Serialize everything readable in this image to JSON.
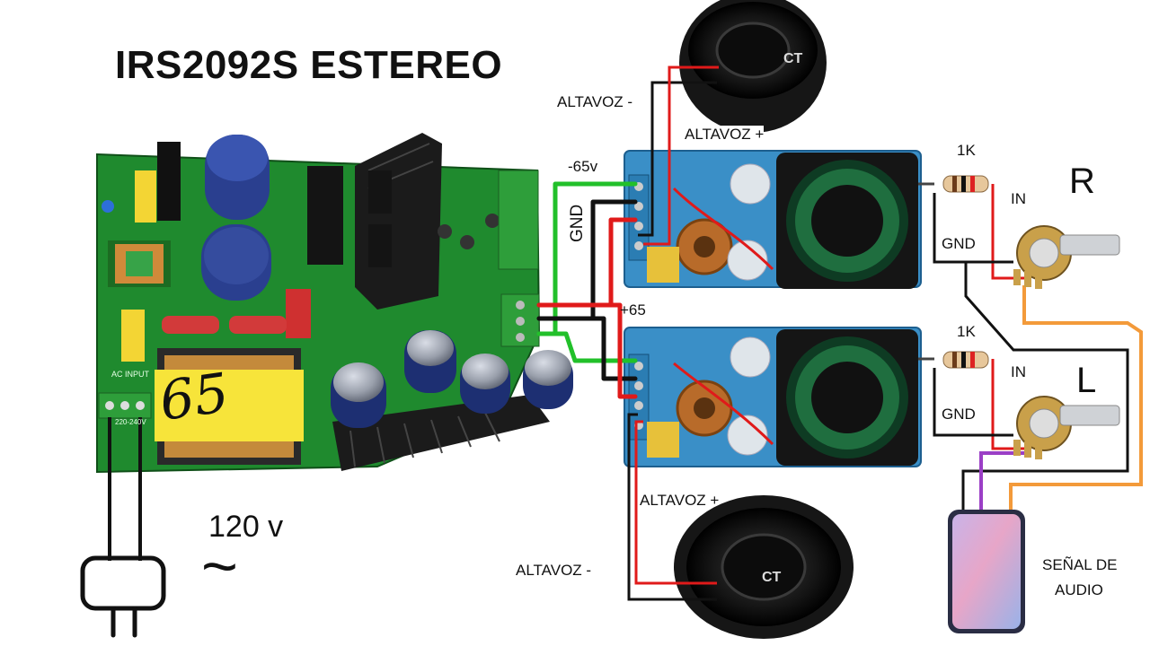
{
  "title": "IRS2092S ESTEREO",
  "mains_voltage": "120 v",
  "ac_symbol": "~",
  "psu_handwriting": "65",
  "psu_board_print": "AC INPUT",
  "psu_voltage_print": "220-240V",
  "rails": {
    "negative": "-65v",
    "ground": "GND",
    "positive": "+65"
  },
  "channel_r": {
    "name": "R",
    "speaker_neg": "ALTAVOZ -",
    "speaker_pos": "ALTAVOZ +",
    "resistor": "1K",
    "input": "IN",
    "ground": "GND"
  },
  "channel_l": {
    "name": "L",
    "speaker_neg": "ALTAVOZ -",
    "speaker_pos": "ALTAVOZ +",
    "resistor": "1K",
    "input": "IN",
    "ground": "GND"
  },
  "audio_source": {
    "line1": "SEÑAL DE",
    "line2": "AUDIO"
  },
  "speaker_brand": "CT",
  "colors": {
    "background": "#ffffff",
    "psu_pcb": "#1f8a2e",
    "amp_pcb": "#3a8fc7",
    "wire_positive": "#e01a1a",
    "wire_negative": "#111111",
    "wire_ground_green": "#22c02a",
    "wire_audio_orange": "#f39a3a",
    "wire_audio_purple": "#9b3fc6",
    "capacitor": "#2a3f8f",
    "heatsink": "#1b1b1b",
    "transformer_tape": "#f7e43a"
  }
}
